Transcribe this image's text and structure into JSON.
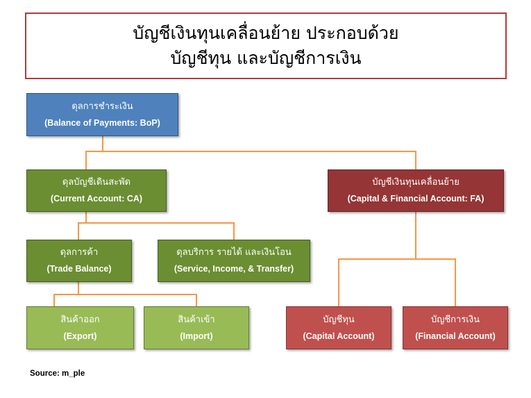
{
  "title": {
    "line1": "บัญชีเงินทุนเคลื่อนย้าย ประกอบด้วย",
    "line2": "บัญชีทุน และบัญชีการเงิน"
  },
  "nodes": {
    "bop": {
      "th": "ดุลการชำระเงิน",
      "en": "(Balance of Payments: BoP)",
      "color": "#4f81bd"
    },
    "current_account": {
      "th": "ดุลบัญชีเดินสะพัด",
      "en": "(Current Account:  CA)",
      "color": "#6b8e32"
    },
    "capital_financial": {
      "th": "บัญชีเงินทุนเคลื่อนย้าย",
      "en": "(Capital & Financial Account:  FA)",
      "color": "#953535"
    },
    "trade_balance": {
      "th": "ดุลการค้า",
      "en": "(Trade Balance)",
      "color": "#6b8e32"
    },
    "service_income": {
      "th": "ดุลบริการ รายได้ และเงินโอน",
      "en": "(Service, Income, & Transfer)",
      "color": "#6b8e32"
    },
    "export": {
      "th": "สินค้าออก",
      "en": "(Export)",
      "color": "#98bb56"
    },
    "import": {
      "th": "สินค้าเข้า",
      "en": "(Import)",
      "color": "#98bb56"
    },
    "capital_account": {
      "th": "บัญชีทุน",
      "en": "(Capital Account)",
      "color": "#c0504d"
    },
    "financial_account": {
      "th": "บัญชีการเงิน",
      "en": "(Financial Account)",
      "color": "#c0504d"
    }
  },
  "connector_color": "#f79646",
  "source": "Source: m_ple"
}
